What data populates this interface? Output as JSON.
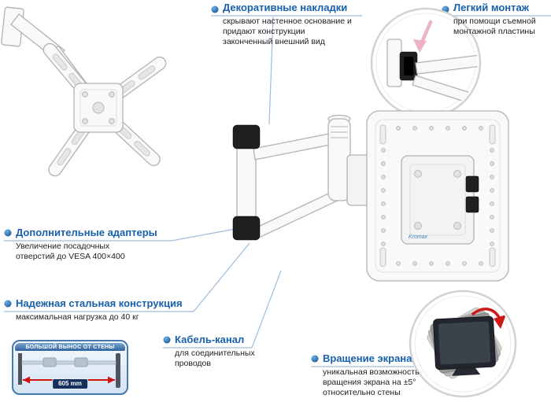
{
  "callouts": {
    "decorative_covers": {
      "title": "Декоративные накладки",
      "desc_lines": [
        "скрывают настенное основание и",
        "придают конструкции",
        "законченный внешний вид"
      ]
    },
    "easy_mounting": {
      "title": "Легкий монтаж",
      "desc_lines": [
        "при помощи съемной",
        "монтажной пластины"
      ]
    },
    "extra_adapters": {
      "title": "Дополнительные адаптеры",
      "desc_lines": [
        "Увеличение посадочных",
        "отверстий до VESA 400×400"
      ]
    },
    "steel_construction": {
      "title": "Надежная стальная конструкция",
      "desc_lines": [
        "максимальная нагрузка до 40 кг"
      ]
    },
    "cable_channel": {
      "title": "Кабель-канал",
      "desc_lines": [
        "для соединительных",
        "проводов"
      ]
    },
    "screen_rotation": {
      "title": "Вращение экрана",
      "desc_lines": [
        "уникальная возможность",
        "вращения экрана на ±5°",
        "относительно стены"
      ]
    }
  },
  "inset_box": {
    "header": "БОЛЬШОЙ ВЫНОС ОТ СТЕНЫ",
    "measurement": "605 mm"
  },
  "product": {
    "brand": "Kromax"
  },
  "colors": {
    "heading": "#1760ab",
    "callout_line": "#9dbcdc",
    "accent_red": "#cf1212",
    "box_border": "#4579ad",
    "badge_bg": "#16305e"
  }
}
